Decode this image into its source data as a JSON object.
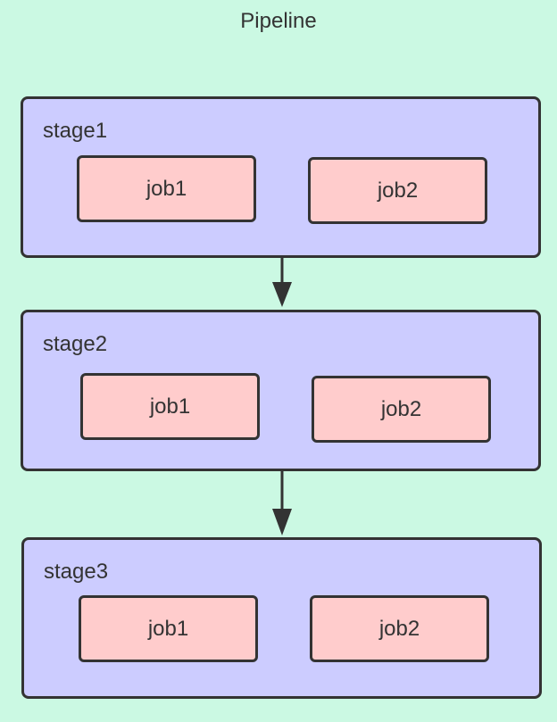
{
  "title": "Pipeline",
  "stages": [
    {
      "label": "stage1",
      "jobs": [
        {
          "label": "job1"
        },
        {
          "label": "job2"
        }
      ]
    },
    {
      "label": "stage2",
      "jobs": [
        {
          "label": "job1"
        },
        {
          "label": "job2"
        }
      ]
    },
    {
      "label": "stage3",
      "jobs": [
        {
          "label": "job1"
        },
        {
          "label": "job2"
        }
      ]
    }
  ],
  "colors": {
    "background": "#cbf9e3",
    "stage_fill": "#ccccff",
    "job_fill": "#ffcccc",
    "stroke": "#333333"
  }
}
